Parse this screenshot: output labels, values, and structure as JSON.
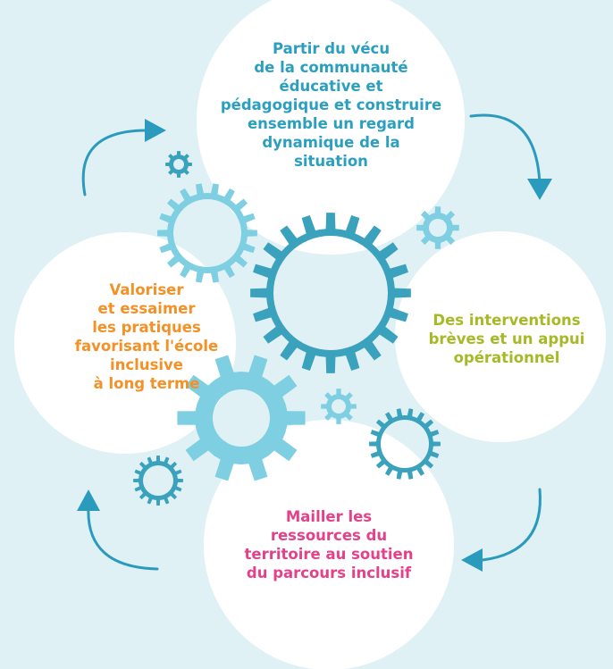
{
  "steps": {
    "top": "Partir du vécu\nde la communauté\néducative et\npédagogique et construire\nensemble un regard\ndynamique de la\nsituation",
    "right": "Des interventions\nbrèves et un appui\nopérationnel",
    "bottom": "Mailler les\nressources du\nterritoire au soutien\ndu parcours inclusif",
    "left": "Valoriser\net essaimer\nles pratiques\nfavorisant l'école\ninclusive\nà long terme"
  },
  "colors": {
    "background": "#e0f1f6",
    "circle": "#ffffff",
    "arrow": "#2b9bbd",
    "gear_dark": "#3aa2bc",
    "gear_light": "#7fcfe2",
    "top_text": "#2b9fc0",
    "right_text": "#a5ba26",
    "bottom_text": "#e4418b",
    "left_text": "#f39127"
  },
  "icons": [
    "gear-icon",
    "cycle-arrow-icon"
  ]
}
